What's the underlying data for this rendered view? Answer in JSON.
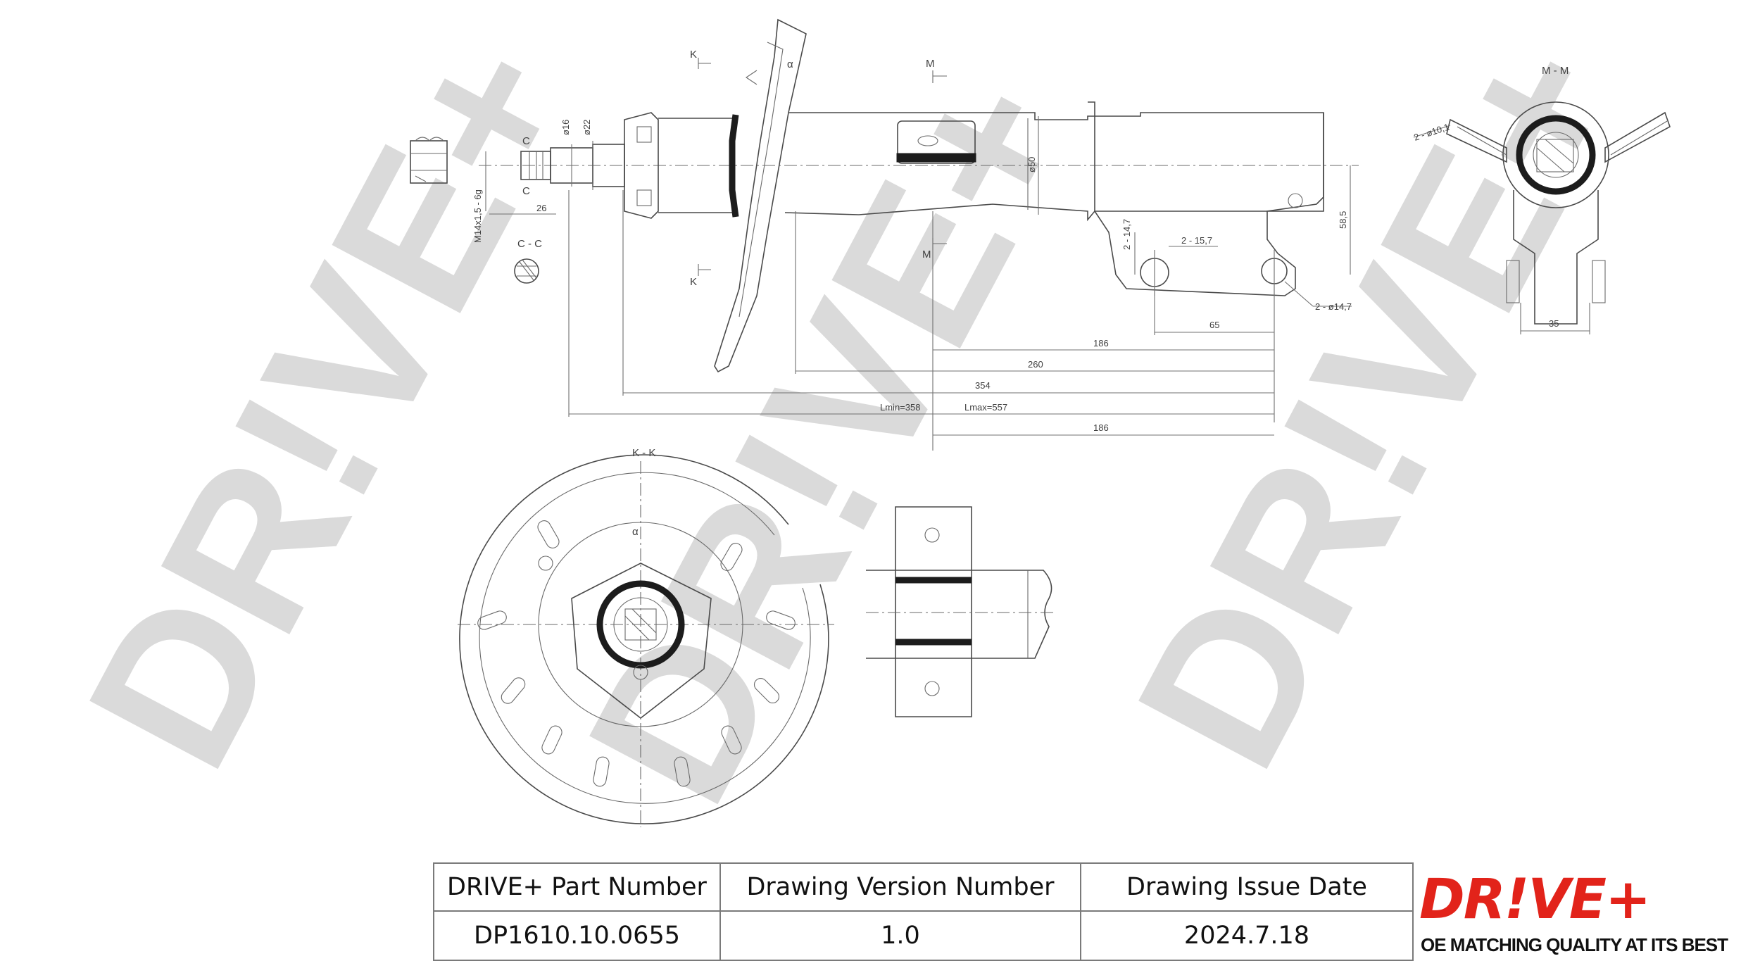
{
  "watermark": {
    "text": "DR!VE+",
    "color": "#bdbdbd"
  },
  "section_labels": {
    "k_top": "K",
    "k_bottom": "K",
    "m_top": "M",
    "m_bottom": "M",
    "c_top": "C",
    "c_bottom": "C",
    "section_cc": "C - C",
    "section_kk": "K - K",
    "section_mm": "M - M",
    "alpha": "α"
  },
  "dimensions": {
    "dia16": "ø16",
    "dia22": "ø22",
    "dia50": "ø50",
    "thread": "M14x1,5 - 6g",
    "d26": "26",
    "d2_14_7": "2 - 14,7",
    "d2_15_7": "2 - 15,7",
    "d2_dia14_7": "2 - ø14,7",
    "d2_dia10_1": "2 - ø10,1",
    "d58_5": "58,5",
    "d65": "65",
    "d186_a": "186",
    "d260": "260",
    "d354": "354",
    "lmin": "Lmin=358",
    "lmax": "Lmax=557",
    "d186_b": "186",
    "d35": "35"
  },
  "title_block": {
    "part_number_label": "DRIVE+ Part Number",
    "version_label": "Drawing Version Number",
    "issue_date_label": "Drawing Issue Date",
    "part_number": "DP1610.10.0655",
    "version": "1.0",
    "issue_date": "2024.7.18"
  },
  "logo": {
    "text": "DR!VE+",
    "tagline": "OE MATCHING QUALITY AT ITS BEST",
    "color": "#e2231a"
  }
}
